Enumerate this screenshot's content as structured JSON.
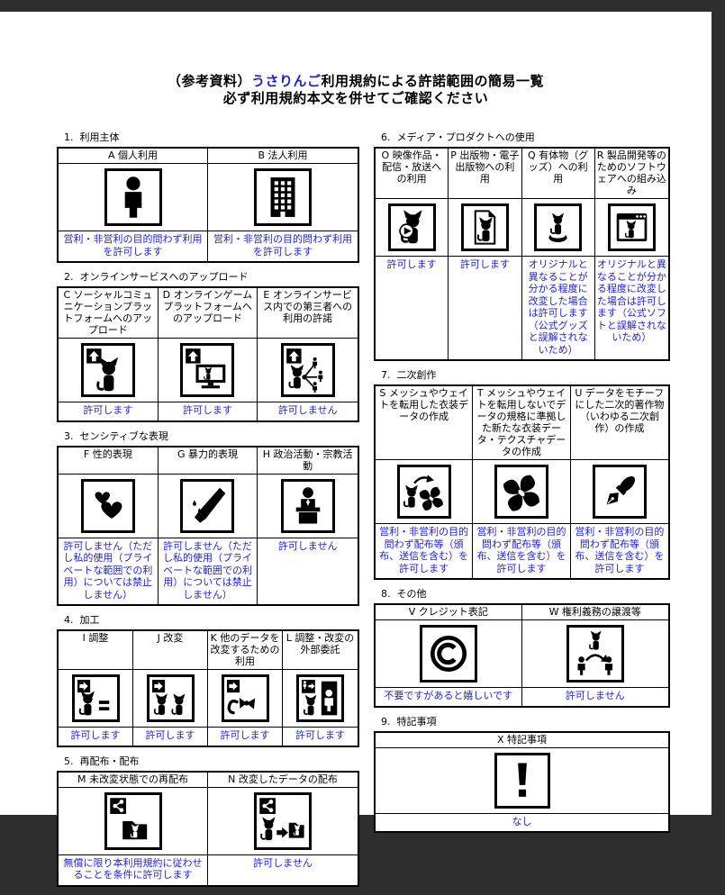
{
  "colors": {
    "result_text": "#2323cc",
    "frame_background": "#2e2e2e",
    "page_background": "#ffffff",
    "border": "#000000"
  },
  "title": {
    "prefix": "（参考資料）",
    "brand": "うさりんご",
    "suffix": "利用規約による許諾範囲の簡易一覧",
    "line2": "必ず利用規約本文を併せてご確認ください"
  },
  "sections": [
    {
      "number": "1.",
      "heading": "利用主体",
      "column": "left",
      "cells": [
        {
          "label": "A 個人利用",
          "icon": "person-icon",
          "result": "営利・非営利の目的問わず利用を許可します"
        },
        {
          "label": "B 法人利用",
          "icon": "building-icon",
          "result": "営利・非営利の目的問わず利用を許可します"
        }
      ]
    },
    {
      "number": "2.",
      "heading": "オンラインサービスへのアップロード",
      "column": "left",
      "cells": [
        {
          "label": "C ソーシャルコミュニケーションプラットフォームへのアップロード",
          "icon": "upload-cat-icon",
          "result": "許可します"
        },
        {
          "label": "D オンラインゲームプラットフォームへのアップロード",
          "icon": "upload-game-cat-icon",
          "result": "許可します"
        },
        {
          "label": "E オンラインサービス内での第三者への利用の許諾",
          "icon": "upload-share-users-icon",
          "result": "許可しません"
        }
      ]
    },
    {
      "number": "3.",
      "heading": "センシティブな表現",
      "column": "left",
      "cells": [
        {
          "label": "F 性的表現",
          "icon": "hearts-icon",
          "result": "許可しません（ただし私的使用（プライベートな範囲での利用）については禁止しません）"
        },
        {
          "label": "G 暴力的表現",
          "icon": "knife-blood-icon",
          "result": "許可しません（ただし私的使用（プライベートな範囲での利用）については禁止しません）"
        },
        {
          "label": "H 政治活動・宗教活動",
          "icon": "podium-speech-icon",
          "result": "許可しません"
        }
      ]
    },
    {
      "number": "4.",
      "heading": "加工",
      "column": "left",
      "cells": [
        {
          "label": "I 調整",
          "icon": "adjust-cat-equal-icon",
          "result": "許可します"
        },
        {
          "label": "J 改変",
          "icon": "modify-two-cats-icon",
          "result": "許可します"
        },
        {
          "label": "K 他のデータを改変するための利用",
          "icon": "modify-other-data-icon",
          "result": "許可します"
        },
        {
          "label": "L 調整・改変の外部委託",
          "icon": "outsource-cat-person-icon",
          "result": "許可します"
        }
      ]
    },
    {
      "number": "5.",
      "heading": "再配布・配布",
      "column": "left",
      "cells": [
        {
          "label": "M 未改変状態での再配布",
          "icon": "share-folder-cat-icon",
          "result": "無償に限り本利用規約に従わせることを条件に許可します"
        },
        {
          "label": "N 改変したデータの配布",
          "icon": "share-modified-folder-icon",
          "result": "許可しません"
        }
      ]
    },
    {
      "number": "6.",
      "heading": "メディア・プロダクトへの使用",
      "column": "right",
      "cells": [
        {
          "label": "O 映像作品・配信・放送への利用",
          "icon": "video-play-cat-icon",
          "result": "許可します"
        },
        {
          "label": "P 出版物・電子出版物への利用",
          "icon": "document-cat-icon",
          "result": "許可します"
        },
        {
          "label": "Q 有体物（グッズ）への利用",
          "icon": "figurine-cat-icon",
          "result": "オリジナルと異なることが分かる程度に改変した場合は許可します（公式グッズと誤解されないため）"
        },
        {
          "label": "R 製品開発等のためのソフトウェアへの組み込み",
          "icon": "software-window-cat-icon",
          "result": "オリジナルと異なることが分かる程度に改変した場合は許可します（公式ソフトと誤解されないため）"
        }
      ]
    },
    {
      "number": "7.",
      "heading": "二次創作",
      "column": "right",
      "cells": [
        {
          "label": "S メッシュやウェイトを転用した衣装データの作成",
          "icon": "mesh-reuse-cat-icon",
          "result": "営利・非営利の目的問わず配布等（頒布、送信を含む）を許可します"
        },
        {
          "label": "T メッシュやウェイトを転用しないでデータの規格に準拠した新たな衣装データ・テクスチャデータの作成",
          "icon": "new-costume-pinwheel-icon",
          "result": "営利・非営利の目的問わず配布等（頒布、送信を含む）を許可します"
        },
        {
          "label": "U データをモチーフにした二次的著作物（いわゆる二次創作）の作成",
          "icon": "fountain-pen-icon",
          "result": "営利・非営利の目的問わず配布等（頒布、送信を含む）を許可します"
        }
      ]
    },
    {
      "number": "8.",
      "heading": "その他",
      "column": "right",
      "cells": [
        {
          "label": "V クレジット表記",
          "icon": "copyright-icon",
          "result": "不要ですがあると嬉しいです"
        },
        {
          "label": "W 権利義務の譲渡等",
          "icon": "rights-transfer-people-icon",
          "result": "許可しません"
        }
      ]
    },
    {
      "number": "9.",
      "heading": "特記事項",
      "column": "right",
      "cells": [
        {
          "label": "X 特記事項",
          "icon": "exclamation-icon",
          "result": "なし"
        }
      ]
    }
  ]
}
